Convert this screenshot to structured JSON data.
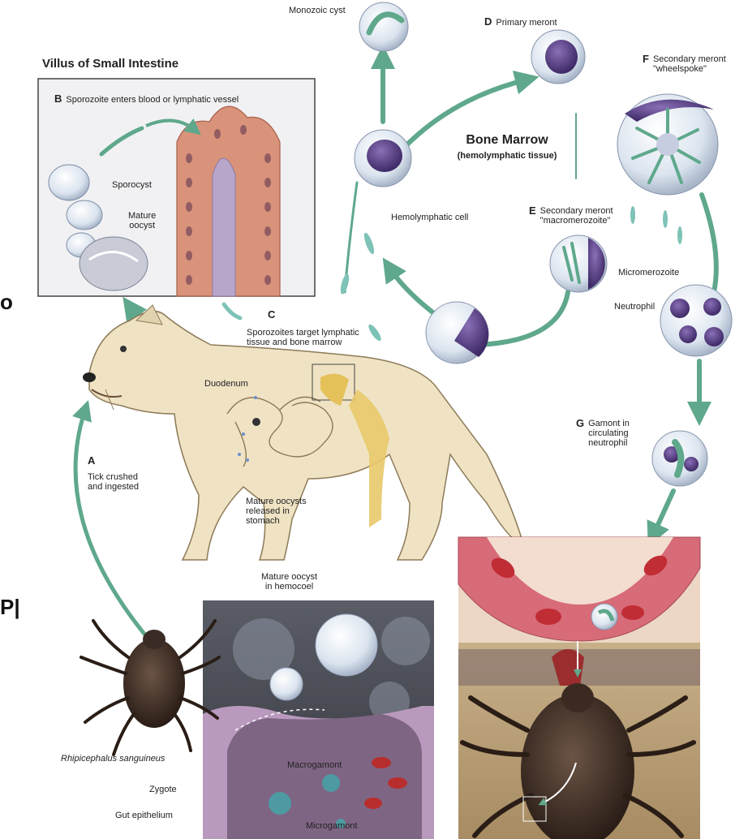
{
  "villus": {
    "title": "Villus of Small Intestine",
    "b_letter": "B",
    "b_text": "Sporozoite enters blood or lymphatic vessel",
    "sporocyst": "Sporocyst",
    "mature_oocyst": "Mature\noocyst"
  },
  "bone_marrow": {
    "title": "Bone Marrow",
    "subtitle": "(hemolymphatic tissue)",
    "monozoic_cyst": "Monozoic cyst",
    "d_letter": "D",
    "d_text": "Primary meront",
    "f_letter": "F",
    "f_text": "Secondary meront\n\"wheelspoke\"",
    "e_letter": "E",
    "e_text": "Secondary meront\n\"macromerozoite\"",
    "hemolymphatic_cell": "Hemolymphatic cell",
    "micromerozoite": "Micromerozoite",
    "neutrophil": "Neutrophil",
    "g_letter": "G",
    "g_text": "Gamont in\ncirculating\nneutrophil"
  },
  "dog": {
    "c_letter": "C",
    "c_text": "Sporozoites target lymphatic\ntissue and bone marrow",
    "duodenum": "Duodenum",
    "a_letter": "A",
    "a_text": "Tick crushed\nand ingested",
    "oocysts_released": "Mature oocysts\nreleased in\nstomach"
  },
  "tick": {
    "species": "Rhipicephalus sanguineus",
    "mature_oocyst_hemocoel": "Mature oocyst\nin hemocoel",
    "macrogamont": "Macrogamont",
    "zygote": "Zygote",
    "gut_epithelium": "Gut epithelium",
    "microgamont": "Microgamont"
  },
  "edge_glyphs": [
    "o",
    "P|"
  ],
  "colors": {
    "arrow": "#5fa88c",
    "cell_fill": "#dfe8f2",
    "nucleus": "#5a3f86",
    "dog_fur": "#efe3c4",
    "villus_tissue": "#d8937a",
    "tick_body": "#3a2c25",
    "gut_bg": "#4d4f59",
    "blood_vessel": "#d86b78"
  }
}
